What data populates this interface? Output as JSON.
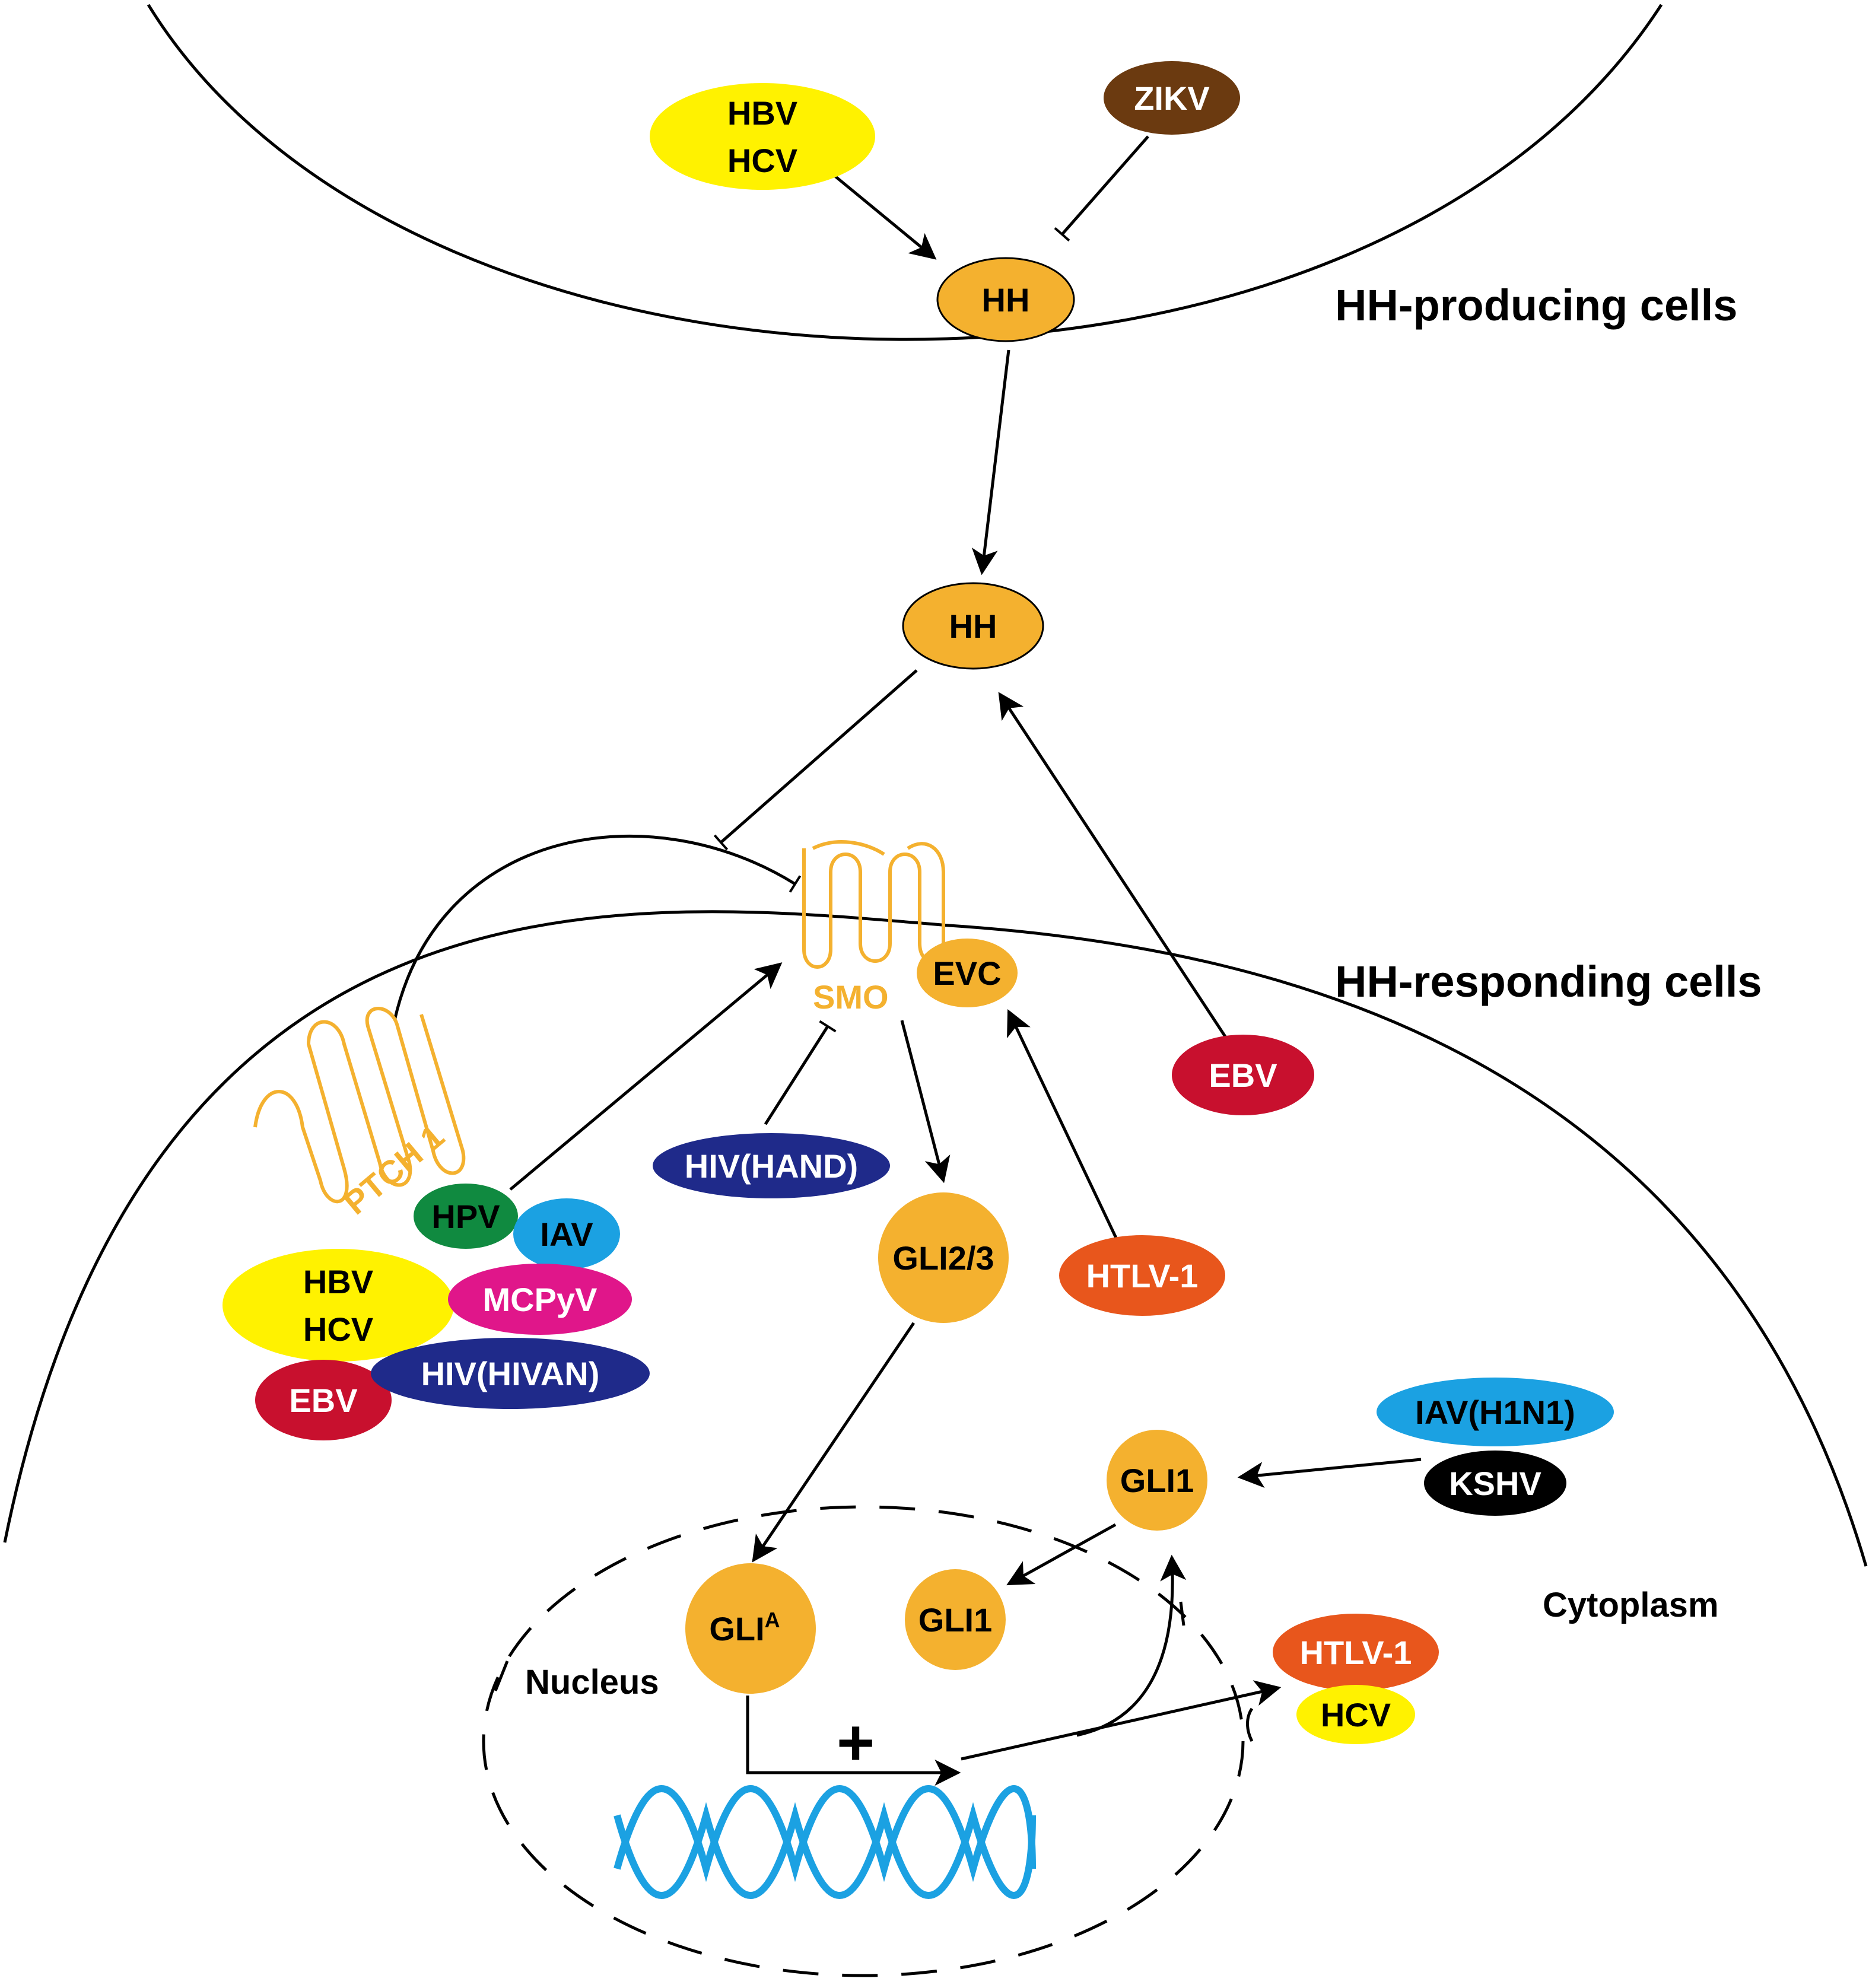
{
  "labels": {
    "hh_producing": "HH-producing cells",
    "hh_responding": "HH-responding cells",
    "cytoplasm": "Cytoplasm",
    "nucleus": "Nucleus",
    "plus": "+",
    "smo": "SMO",
    "ptch1": "PTCH 1"
  },
  "nodes": {
    "hbv_hcv_top_line1": "HBV",
    "hbv_hcv_top_line2": "HCV",
    "zikv": "ZIKV",
    "hh_top": "HH",
    "hh_mid": "HH",
    "evc": "EVC",
    "ebv_right": "EBV",
    "hiv_hand": "HIV(HAND)",
    "gli23": "GLI2/3",
    "htlv1_mid": "HTLV-1",
    "hpv": "HPV",
    "iav": "IAV",
    "hbv_hcv_left_line1": "HBV",
    "hbv_hcv_left_line2": "HCV",
    "mcpyv": "MCPyV",
    "ebv_left": "EBV",
    "hiv_hivan": "HIV(HIVAN)",
    "iav_h1n1": "IAV(H1N1)",
    "kshv": "KSHV",
    "gli1_cyto": "GLI1",
    "gli1_nuc": "GLI1",
    "glia_main": "GLI",
    "glia_sup": "A",
    "htlv1_low": "HTLV-1",
    "hcv_low": "HCV"
  },
  "colors": {
    "orange": "#F4B12F",
    "ptch_smo_line": "#F4B12F",
    "yellow": "#FFF200",
    "zikv_brown": "#6B3A10",
    "ebv_red": "#C8102E",
    "hiv_navy": "#1F2A8A",
    "htlv_orange": "#E8561C",
    "hpv_green": "#108A40",
    "iav_blue": "#1BA1E2",
    "mcpyv_pink": "#E0168A",
    "kshv_black": "#000000",
    "dna_blue": "#1BA1E2"
  }
}
